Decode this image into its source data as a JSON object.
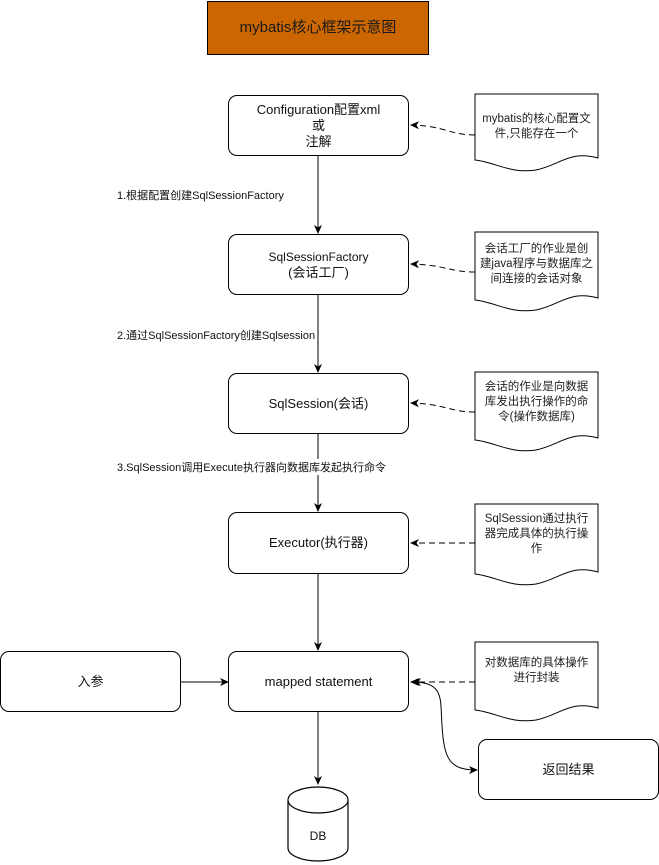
{
  "title": "mybatis核心框架示意图",
  "nodes": {
    "configuration": [
      "Configuration配置xml",
      "或",
      "注解"
    ],
    "factory": [
      "SqlSessionFactory",
      "(会话工厂)"
    ],
    "session": "SqlSession(会话)",
    "executor": "Executor(执行器)",
    "mapped": "mapped statement",
    "input": "入参",
    "result": "返回结果",
    "db": "DB"
  },
  "notes": {
    "configuration": [
      "mybatis的核心配置文",
      "件,只能存在一个"
    ],
    "factory": [
      "会话工厂的作业是创",
      "建java程序与数据库之",
      "间连接的会话对象"
    ],
    "session": [
      "会话的作业是向数据",
      "库发出执行操作的命",
      "令(操作数据库)"
    ],
    "executor": [
      "SqlSession通过执行",
      "器完成具体的执行操",
      "作"
    ],
    "mapped": [
      "对数据库的具体操作",
      "进行封装"
    ]
  },
  "edge_labels": {
    "step1": "1.根据配置创建SqlSessionFactory",
    "step2": "2.通过SqlSessionFactory创建Sqlsession",
    "step3": "3.SqlSession调用Execute执行器向数据库发起执行命令"
  },
  "colors": {
    "title_fill": "#cc6600",
    "stroke": "#000000"
  }
}
